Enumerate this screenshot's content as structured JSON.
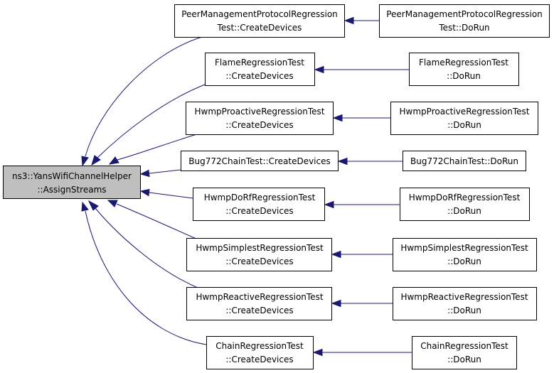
{
  "colors": {
    "edge": "#191970",
    "root_fill": "#bfbfbf",
    "node_fill": "#ffffff",
    "border": "#000000"
  },
  "nodes": {
    "root": {
      "line1": "ns3::YansWifiChannelHelper",
      "line2": "::AssignStreams"
    },
    "peer_create": {
      "line1": "PeerManagementProtocolRegression",
      "line2": "Test::CreateDevices"
    },
    "peer_run": {
      "line1": "PeerManagementProtocolRegression",
      "line2": "Test::DoRun"
    },
    "flame_create": {
      "line1": "FlameRegressionTest",
      "line2": "::CreateDevices"
    },
    "flame_run": {
      "line1": "FlameRegressionTest",
      "line2": "::DoRun"
    },
    "proactive_create": {
      "line1": "HwmpProactiveRegressionTest",
      "line2": "::CreateDevices"
    },
    "proactive_run": {
      "line1": "HwmpProactiveRegressionTest",
      "line2": "::DoRun"
    },
    "bug772_create": {
      "line1": "Bug772ChainTest::CreateDevices"
    },
    "bug772_run": {
      "line1": "Bug772ChainTest::DoRun"
    },
    "dorf_create": {
      "line1": "HwmpDoRfRegressionTest",
      "line2": "::CreateDevices"
    },
    "dorf_run": {
      "line1": "HwmpDoRfRegressionTest",
      "line2": "::DoRun"
    },
    "simplest_create": {
      "line1": "HwmpSimplestRegressionTest",
      "line2": "::CreateDevices"
    },
    "simplest_run": {
      "line1": "HwmpSimplestRegressionTest",
      "line2": "::DoRun"
    },
    "reactive_create": {
      "line1": "HwmpReactiveRegressionTest",
      "line2": "::CreateDevices"
    },
    "reactive_run": {
      "line1": "HwmpReactiveRegressionTest",
      "line2": "::DoRun"
    },
    "chain_create": {
      "line1": "ChainRegressionTest",
      "line2": "::CreateDevices"
    },
    "chain_run": {
      "line1": "ChainRegressionTest",
      "line2": "::DoRun"
    }
  }
}
